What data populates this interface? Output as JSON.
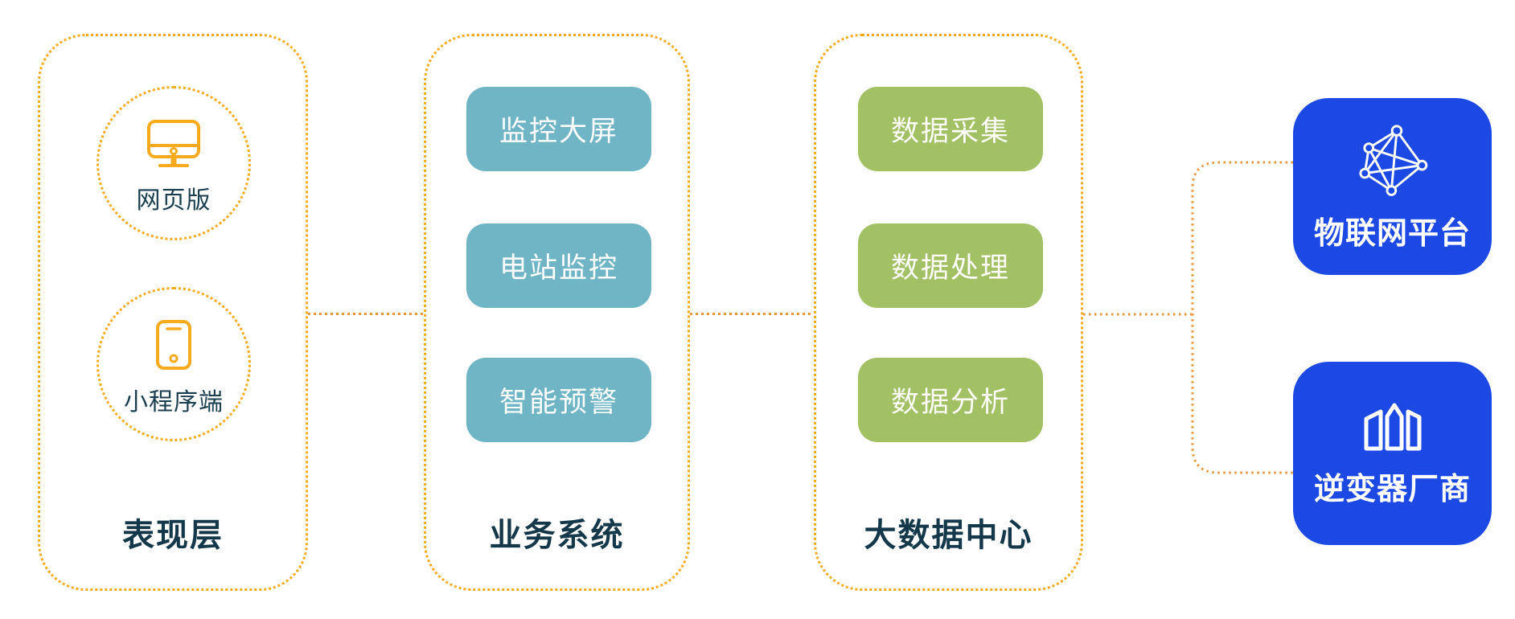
{
  "palette": {
    "frame_dot_yellow": "#F6AB1E",
    "connector_dot_orange": "#E8973F",
    "pill_teal": "#6FB5C5",
    "pill_green": "#A1C164",
    "card_blue": "#1C49E4",
    "label_navy": "#14384A",
    "text_white": "#FFFFFF"
  },
  "columns": [
    {
      "label": "表现层",
      "items": [
        {
          "label": "网页版",
          "icon": "monitor-icon"
        },
        {
          "label": "小程序端",
          "icon": "phone-icon"
        }
      ]
    },
    {
      "label": "业务系统",
      "items": [
        {
          "label": "监控大屏"
        },
        {
          "label": "电站监控"
        },
        {
          "label": "智能预警"
        }
      ]
    },
    {
      "label": "大数据中心",
      "items": [
        {
          "label": "数据采集"
        },
        {
          "label": "数据处理"
        },
        {
          "label": "数据分析"
        }
      ]
    }
  ],
  "external": [
    {
      "label": "物联网平台",
      "icon": "network-icon"
    },
    {
      "label": "逆变器厂商",
      "icon": "building-icon"
    }
  ]
}
